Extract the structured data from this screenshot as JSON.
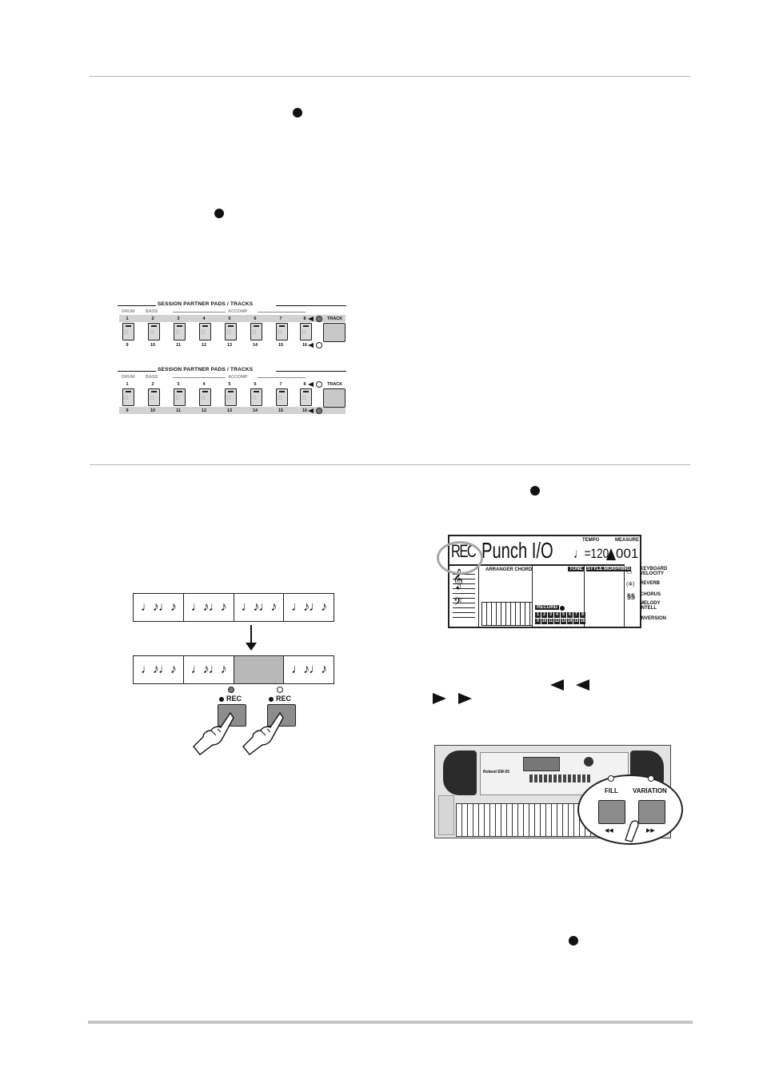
{
  "pads_panel": {
    "title": "SESSION PARTNER PADS / TRACKS",
    "drum": "DRUM",
    "bass": "BASS",
    "accomp": "ACCOMP",
    "track": "TRACK",
    "top_numbers": [
      "1",
      "2",
      "3",
      "4",
      "5",
      "6",
      "7",
      "8"
    ],
    "bottom_numbers": [
      "9",
      "10",
      "11",
      "12",
      "13",
      "14",
      "15",
      "16"
    ]
  },
  "punch_diagram": {
    "measure_notes": "♩♪♩♪",
    "rec_label": "REC"
  },
  "lcd": {
    "rec": "REC",
    "title": "Punch I/O",
    "tempo_label": "TEMPO",
    "measure_label": "MEASURE",
    "tempo_value": "♩=120",
    "measure_value": "001",
    "arranger_chord": "ARRANGER CHORD",
    "tone": "TONE",
    "style_morphing": "STYLE MORPHING",
    "record": "RECORD",
    "tracks_top": [
      "1",
      "2",
      "3",
      "4",
      "5",
      "6",
      "7",
      "8"
    ],
    "tracks_bottom": [
      "9",
      "10",
      "11",
      "12",
      "13",
      "14",
      "15",
      "16"
    ],
    "side_labels": [
      "KEYBOARD VELOCITY",
      "REVERB",
      "CHORUS",
      "MELODY INTELL",
      "INVERSION"
    ]
  },
  "keyboard_callout": {
    "fill": "FILL",
    "variation": "VARIATION",
    "rewind": "◀◀",
    "forward": "▶▶",
    "brand": "Roland EM-55"
  }
}
